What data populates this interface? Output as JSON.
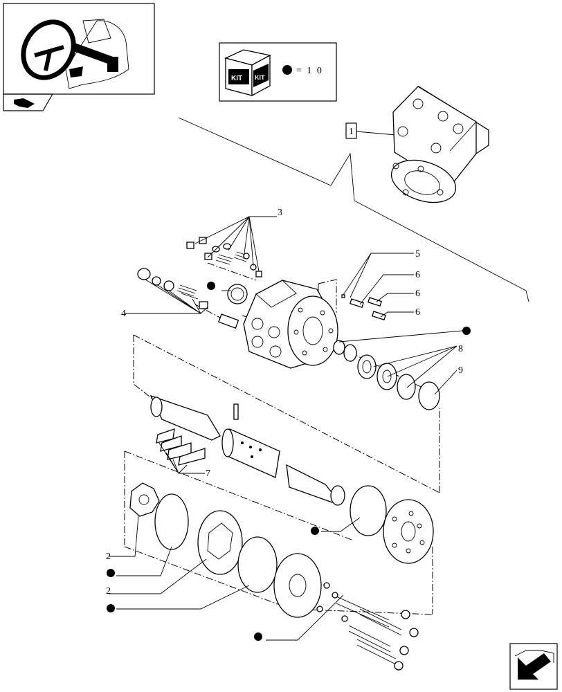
{
  "kit_box": {
    "badge_top": "KIT",
    "badge_front": "KIT",
    "equals_text": "= 1 0"
  },
  "reference_box": {
    "label": "1"
  },
  "callouts": [
    {
      "id": "c3",
      "text": "3"
    },
    {
      "id": "c4",
      "text": "4"
    },
    {
      "id": "c5",
      "text": "5"
    },
    {
      "id": "c6a",
      "text": "6"
    },
    {
      "id": "c6b",
      "text": "6"
    },
    {
      "id": "c6c",
      "text": "6"
    },
    {
      "id": "c8",
      "text": "8"
    },
    {
      "id": "c9",
      "text": "9"
    },
    {
      "id": "c7",
      "text": "7"
    },
    {
      "id": "c2a",
      "text": "2"
    },
    {
      "id": "c2b",
      "text": "2"
    }
  ],
  "kit_marker_color": "#000000",
  "icons": [
    "steering-wheel-thumbnail-icon",
    "book-tab-icon",
    "kit-box-icon",
    "next-page-arrow-icon"
  ]
}
